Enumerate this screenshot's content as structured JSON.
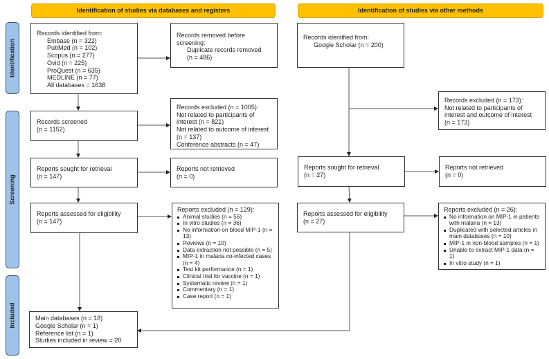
{
  "headers": {
    "left": "Identification of studies via databases and registers",
    "right": "Identification of studies via other methods"
  },
  "phases": {
    "identification": "Identification",
    "screening": "Screening",
    "included": "Included"
  },
  "left": {
    "identified": {
      "title": "Records identified from:",
      "items": [
        "Embase (n = 322)",
        "PubMed (n = 102)",
        "Scopus (n = 277)",
        "Ovid (n = 225)",
        "ProQuest (n = 635)",
        "MEDLINE (n = 77)",
        "All databases = 1638"
      ]
    },
    "removed": {
      "title": "Records removed before screening:",
      "line1": "Duplicate records removed",
      "line2": "(n = 486)"
    },
    "screened": {
      "title": "Records screened",
      "n": "(n = 1152)"
    },
    "excluded": {
      "lines": [
        "Records excluded (n = 1005):",
        "Not related to participants of interest (n = 821)",
        "Not related to outcome of interest (n = 137)",
        "Conference abstracts (n = 47)"
      ]
    },
    "sought": {
      "title": "Reports sought for retrieval",
      "n": "(n = 147)"
    },
    "not_retrieved": {
      "title": "Reports not retrieved",
      "n": "(n = 0)"
    },
    "assessed": {
      "title": "Reports assessed for eligibility",
      "n": "(n = 147)"
    },
    "reports_excluded": {
      "title": "Reports excluded (n = 129):",
      "items": [
        "Animal studies (n = 56)",
        "In vitro studies (n = 36)",
        "No information on blood MIP-1 (n = 13)",
        "Reviews (n = 10)",
        "Data extraction not possible (n = 5)",
        "MIP-1 in malaria co-infected cases (n = 4)",
        "Test kit performance (n = 1)",
        "Clinical trial for vaccine (n = 1)",
        "Systematic review (n = 1)",
        "Commentary (n = 1)",
        "Case report (n = 1)"
      ]
    },
    "included": {
      "lines": [
        "Main databases (n = 18)",
        "Google Scholar (n = 1)",
        "Reference list (n = 1)",
        "Studies included in review = 20"
      ]
    }
  },
  "right": {
    "identified": {
      "title": "Records identified from:",
      "item": "Google Scholar (n = 200)"
    },
    "excluded": {
      "lines": [
        "Records excluded (n = 173):",
        "Not related to participants of interest and outcome of interest",
        "(n = 173)"
      ]
    },
    "sought": {
      "title": "Reports sought for retrieval",
      "n": "(n = 27)"
    },
    "not_retrieved": {
      "title": "Reports not retrieved",
      "n": "(n = 0)"
    },
    "assessed": {
      "title": "Reports assessed for eligibility",
      "n": "(n = 27)"
    },
    "reports_excluded": {
      "title": "Reports excluded (n = 26):",
      "items": [
        "No information on MIP-1 in patients with malaria (n = 13)",
        "Duplicated with selected articles in main databases (n = 10)",
        "MIP-1 in non-blood samples (n = 1)",
        "Unable to extract MIP-1 data (n = 1)",
        "In vitro study (n = 1)"
      ]
    }
  },
  "colors": {
    "header": "#FFC000",
    "phase": "#9DC3E6"
  }
}
